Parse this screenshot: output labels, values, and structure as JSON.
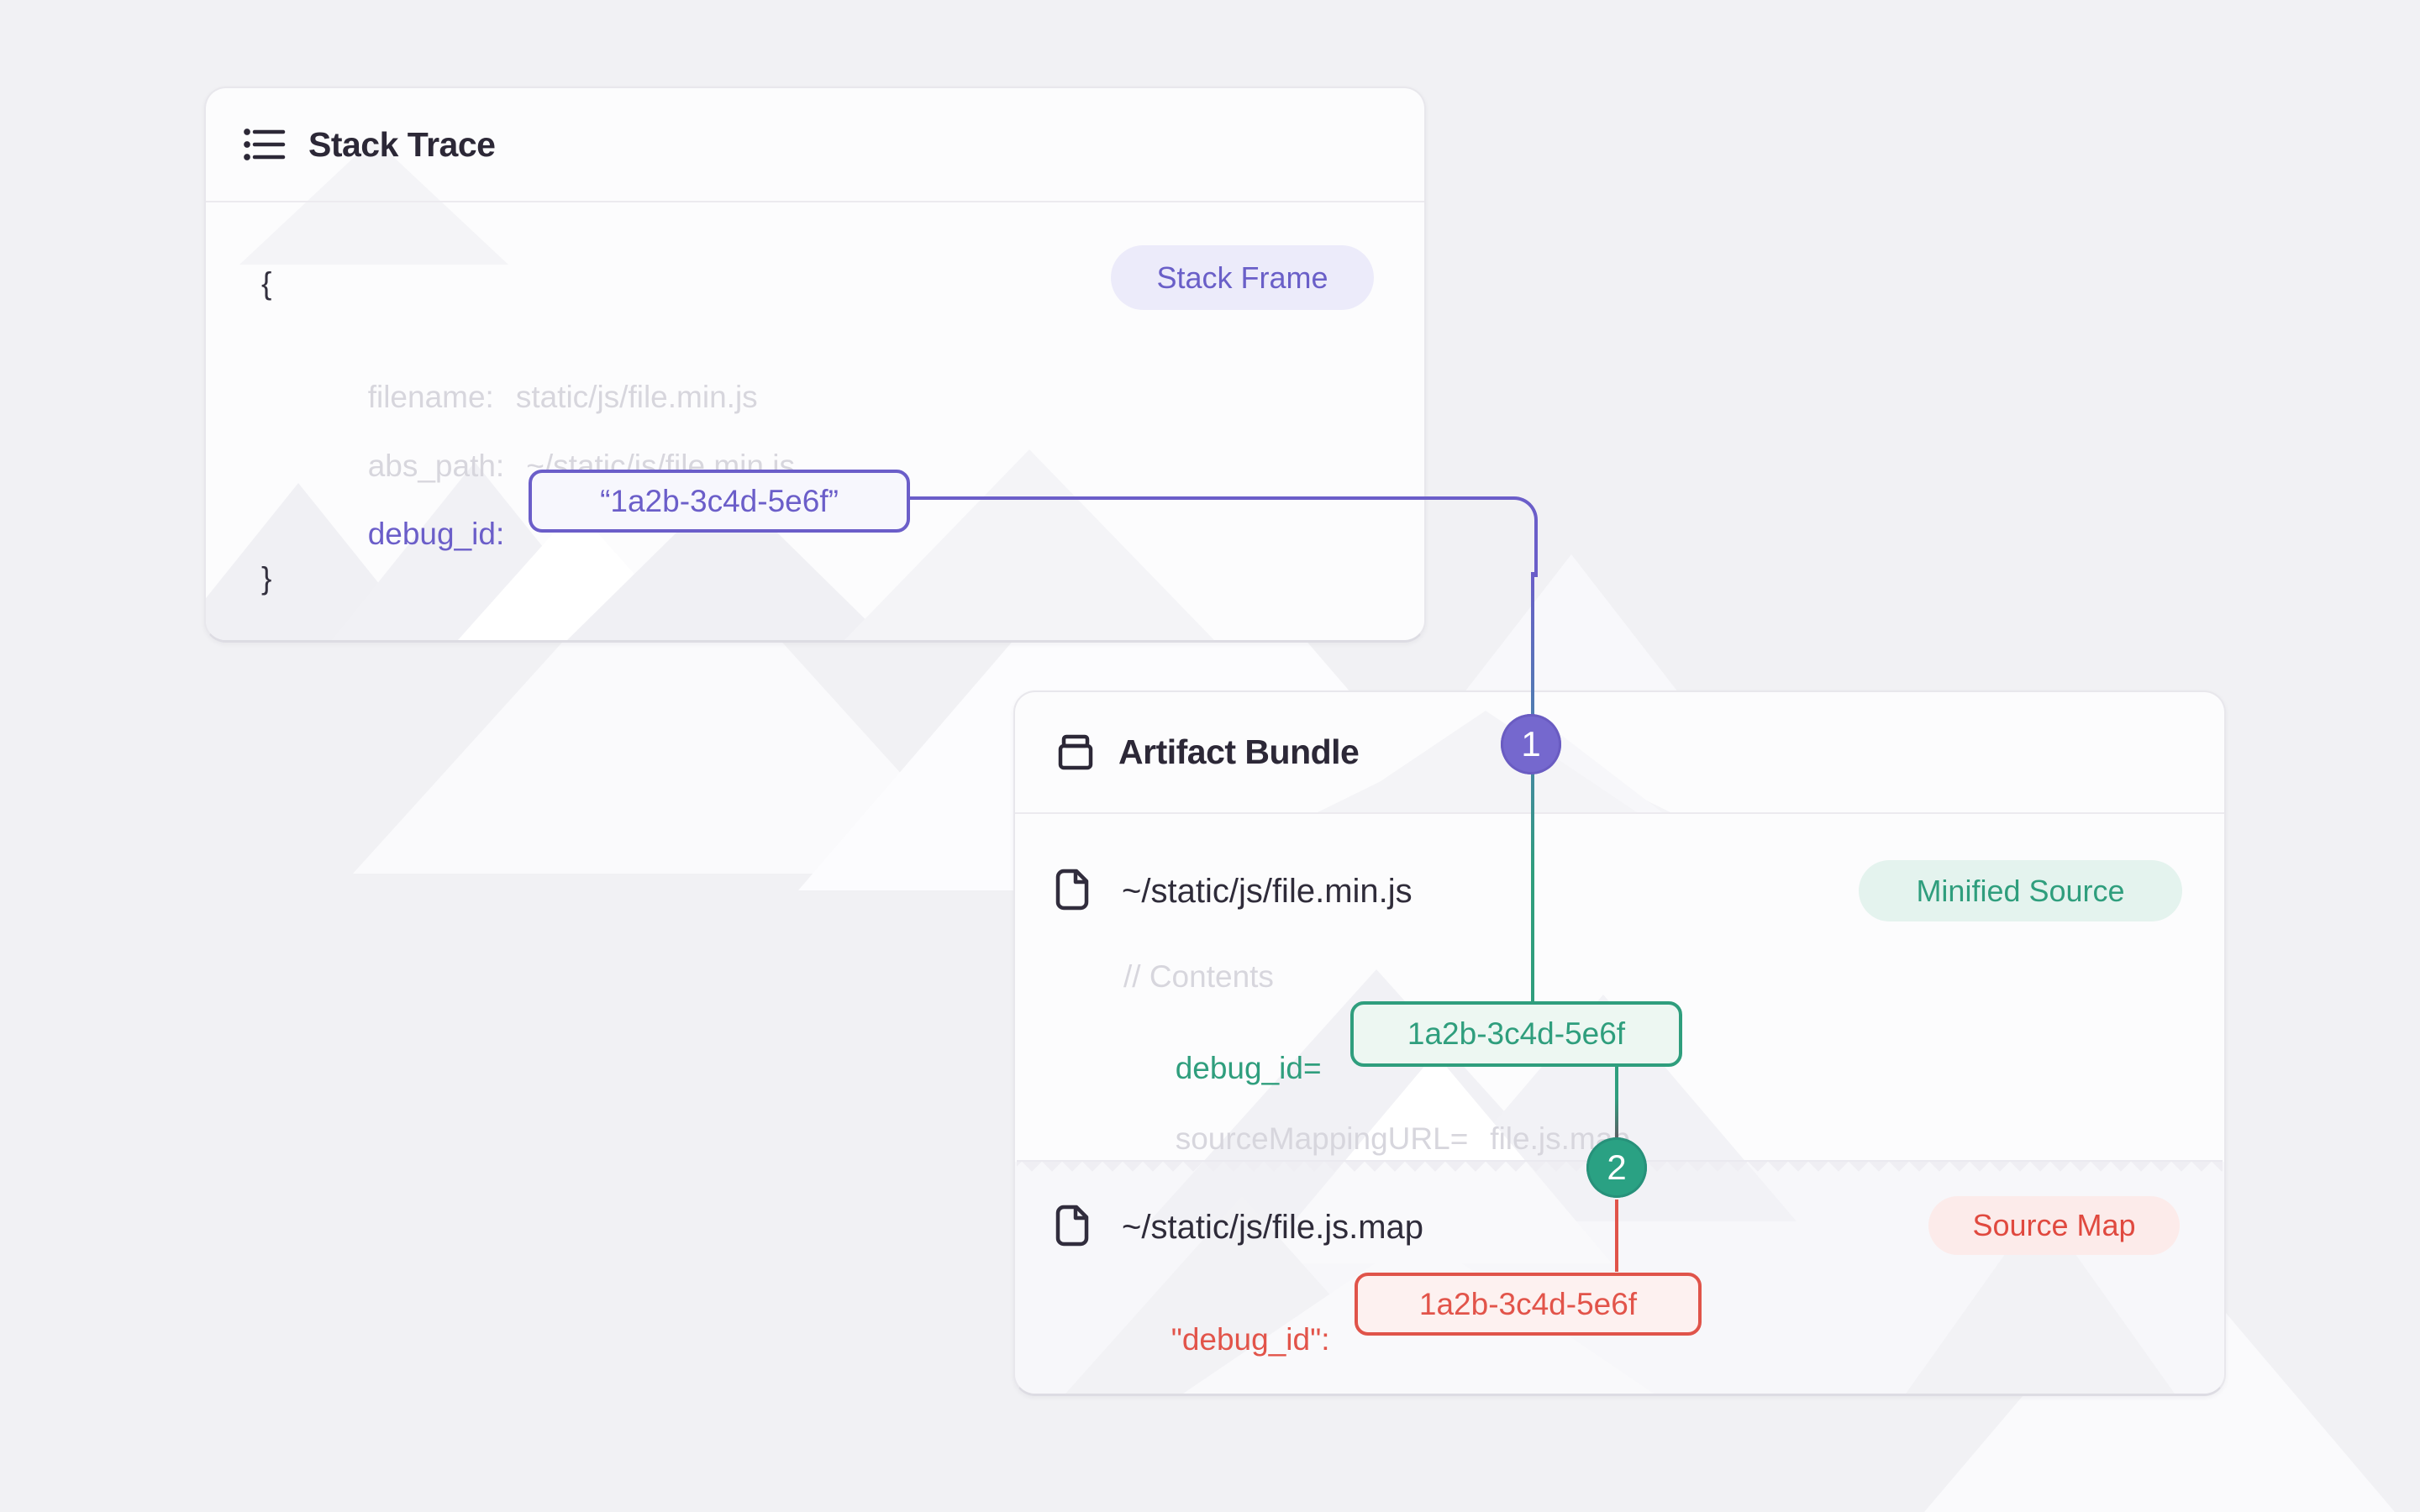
{
  "colors": {
    "purple": "#6B5EC9",
    "teal": "#2F9E7D",
    "red": "#E2544A",
    "gray_text": "#D7D6DD",
    "dark_text": "#2C2837",
    "page_bg": "#F1F1F4",
    "step1_fill": "#7568CE",
    "step2_fill": "#2AA183"
  },
  "stack": {
    "title": "Stack Trace",
    "badge": "Stack Frame",
    "open_brace": "{",
    "close_brace": "}",
    "lines": [
      {
        "key": "filename:",
        "value": "static/js/file.min.js"
      },
      {
        "key": "abs_path:",
        "value": "~/static/js/file.min.js"
      }
    ],
    "debug": {
      "key": "debug_id:",
      "value": "“1a2b-3c4d-5e6f”"
    }
  },
  "bundle": {
    "title": "Artifact Bundle",
    "minified": {
      "path": "~/static/js/file.min.js",
      "badge": "Minified Source",
      "comment": "// Contents",
      "debug": {
        "key": "debug_id=",
        "value": "1a2b-3c4d-5e6f"
      },
      "mapping": {
        "key": "sourceMappingURL=",
        "value": "file.js.map"
      }
    },
    "sourcemap": {
      "path": "~/static/js/file.js.map",
      "badge": "Source Map",
      "debug": {
        "key": "\"debug_id\":",
        "value": "1a2b-3c4d-5e6f"
      }
    }
  },
  "connectors": {
    "step1": "1",
    "step2": "2"
  }
}
